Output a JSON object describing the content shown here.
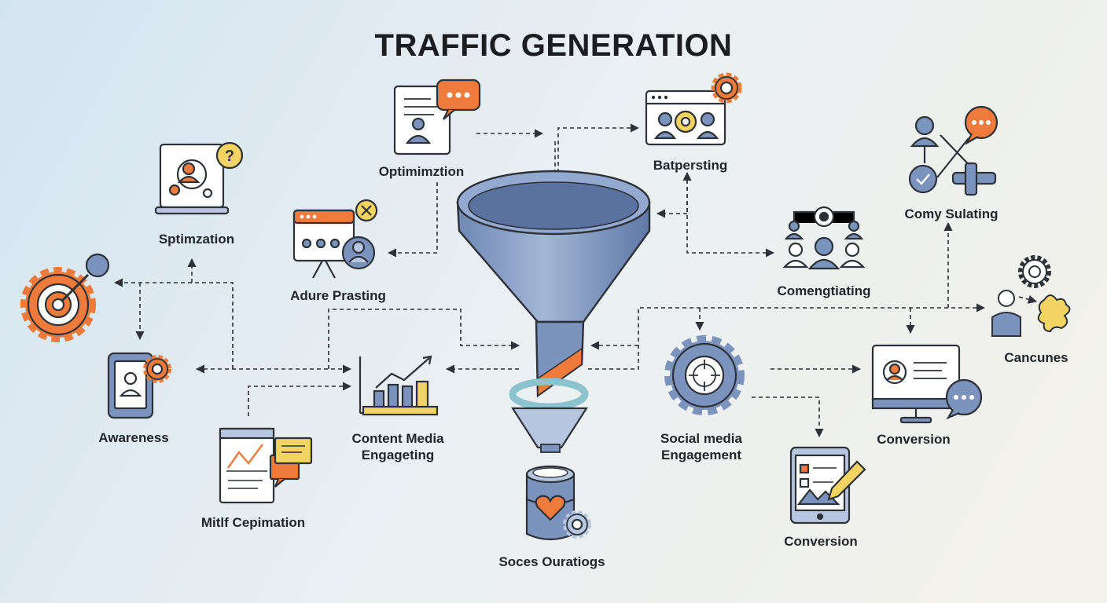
{
  "title": "TRAFFIC GENERATION",
  "colors": {
    "stroke": "#2d3138",
    "blue": "#7c94bd",
    "blue_light": "#b7c6df",
    "orange": "#ee7b3c",
    "yellow": "#f3d463",
    "teal": "#8bc3cf",
    "paper": "#ffffff"
  },
  "nodes": {
    "optimization_top": {
      "label": "Optimimztion",
      "icon": "document-chat-icon"
    },
    "batpersting": {
      "label": "Batpersting",
      "icon": "browser-team-gear-icon"
    },
    "comy_sulating": {
      "label": "Comy Sulating",
      "icon": "network-chat-icon"
    },
    "sptimzation": {
      "label": "Sptimzation",
      "icon": "laptop-question-icon"
    },
    "adure_prasting": {
      "label": "Adure Prasting",
      "icon": "presentation-board-icon"
    },
    "comengtiating": {
      "label": "Comengtiating",
      "icon": "team-hierarchy-icon"
    },
    "cancunes": {
      "label": "Cancunes",
      "icon": "puzzle-person-icon"
    },
    "target_gear": {
      "label": "",
      "icon": "target-gear-icon"
    },
    "awareness": {
      "label": "Awareness",
      "icon": "tablet-gear-icon"
    },
    "content_media": {
      "label_line1": "Content Media",
      "label_line2": "Engageting",
      "icon": "bar-chart-icon"
    },
    "social_media": {
      "label_line1": "Social media",
      "label_line2": "Engagement",
      "icon": "gear-target-icon"
    },
    "conversion_right": {
      "label": "Conversion",
      "icon": "monitor-chat-icon"
    },
    "mitlf_cepimation": {
      "label": "Mitlf Cepimation",
      "icon": "report-chart-icon"
    },
    "conversion_bottom": {
      "label": "Conversion",
      "icon": "tablet-edit-icon"
    },
    "soces_ouratiogs": {
      "label": "Soces Ouratiogs",
      "icon": "database-heart-icon"
    }
  }
}
